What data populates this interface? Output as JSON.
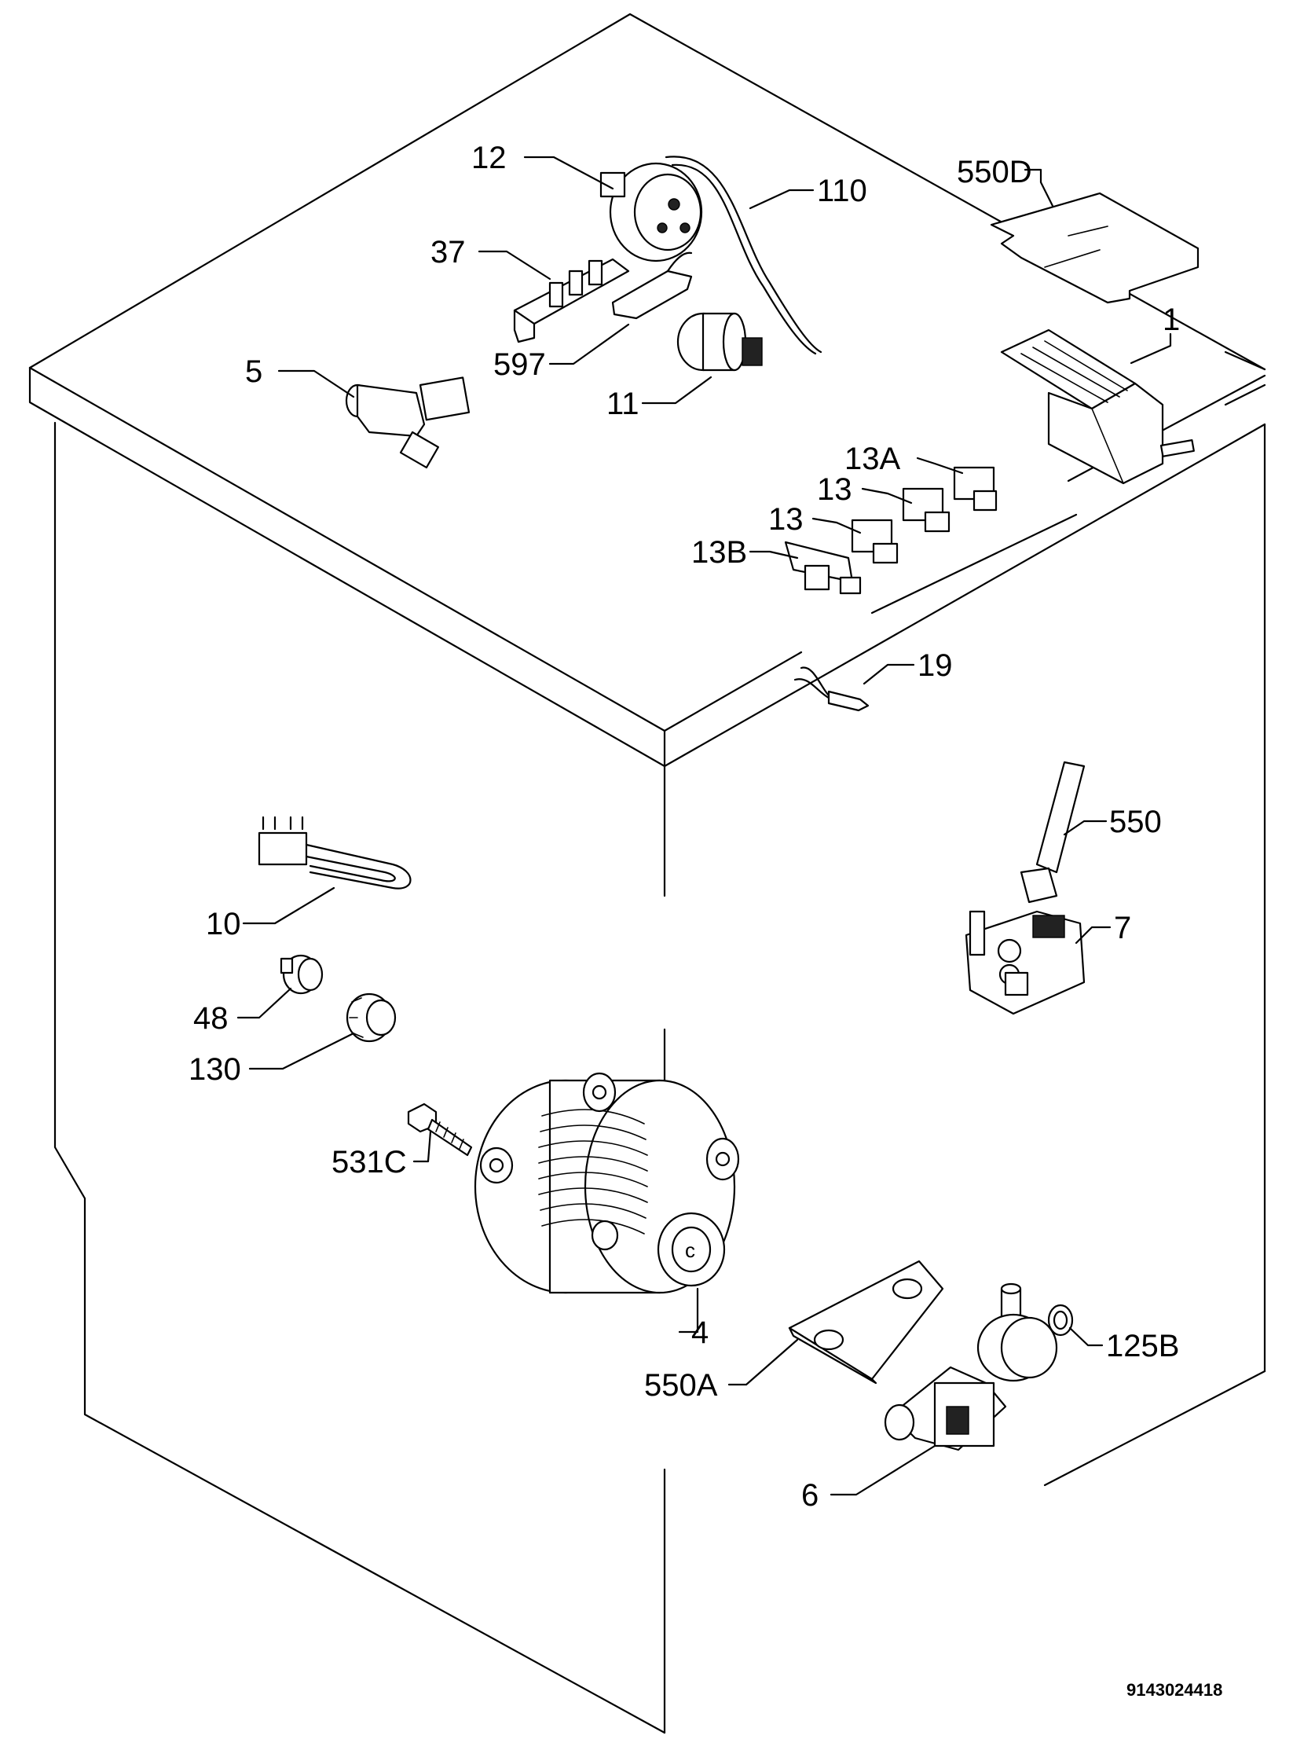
{
  "document_number": "9143024418",
  "callouts": [
    {
      "id": "1",
      "text": "1"
    },
    {
      "id": "4",
      "text": "4"
    },
    {
      "id": "5",
      "text": "5"
    },
    {
      "id": "6",
      "text": "6"
    },
    {
      "id": "7",
      "text": "7"
    },
    {
      "id": "10",
      "text": "10"
    },
    {
      "id": "11",
      "text": "11"
    },
    {
      "id": "12",
      "text": "12"
    },
    {
      "id": "13-upper",
      "text": "13"
    },
    {
      "id": "13-lower",
      "text": "13"
    },
    {
      "id": "13a",
      "text": "13A"
    },
    {
      "id": "13b",
      "text": "13B"
    },
    {
      "id": "19",
      "text": "19"
    },
    {
      "id": "37",
      "text": "37"
    },
    {
      "id": "48",
      "text": "48"
    },
    {
      "id": "110",
      "text": "110"
    },
    {
      "id": "125b",
      "text": "125B"
    },
    {
      "id": "130",
      "text": "130"
    },
    {
      "id": "531c",
      "text": "531C"
    },
    {
      "id": "550",
      "text": "550"
    },
    {
      "id": "550a",
      "text": "550A"
    },
    {
      "id": "550d",
      "text": "550D"
    },
    {
      "id": "597",
      "text": "597"
    }
  ]
}
